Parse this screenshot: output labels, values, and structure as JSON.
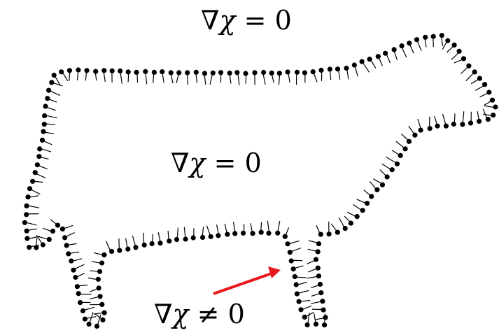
{
  "diagram": {
    "labels": {
      "outside": {
        "symbol": "∇",
        "variable": "χ",
        "relation": "=",
        "value": "0"
      },
      "inside": {
        "symbol": "∇",
        "variable": "χ",
        "relation": "=",
        "value": "0"
      },
      "boundary": {
        "symbol": "∇",
        "variable": "χ",
        "relation": "≠",
        "value": "0"
      }
    },
    "colors": {
      "points": "#000000",
      "normals": "#000000",
      "arrow": "#e8191c",
      "background": "#ffffff"
    }
  }
}
